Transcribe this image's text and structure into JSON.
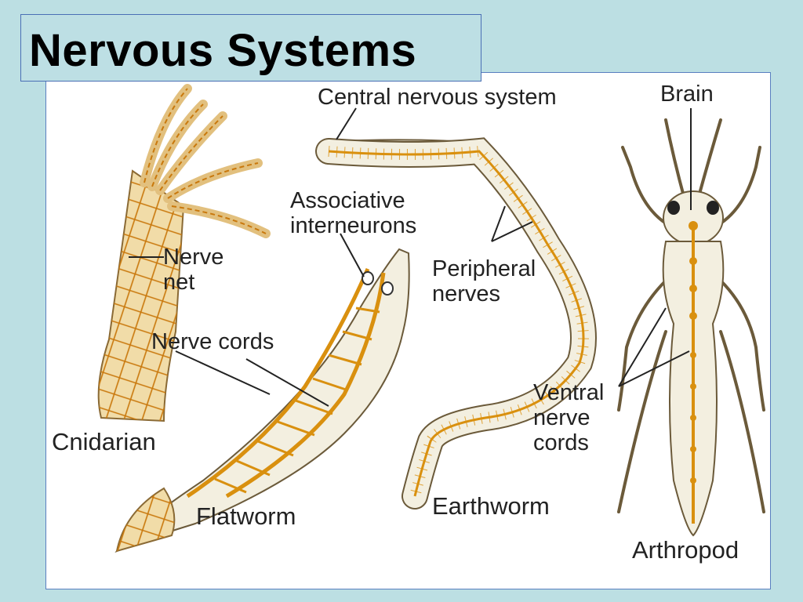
{
  "title": "Nervous Systems",
  "organisms": {
    "cnidarian": "Cnidarian",
    "flatworm": "Flatworm",
    "earthworm": "Earthworm",
    "arthropod": "Arthropod"
  },
  "labels": {
    "nerve_net": [
      "Nerve",
      "net"
    ],
    "nerve_cords": "Nerve cords",
    "associative_interneurons": [
      "Associative",
      "interneurons"
    ],
    "central_nervous_system": "Central nervous system",
    "peripheral_nerves": [
      "Peripheral",
      "nerves"
    ],
    "brain": "Brain",
    "ventral_nerve_cords": [
      "Ventral",
      "nerve",
      "cords"
    ]
  },
  "colors": {
    "background": "#bcdfe3",
    "panel": "#ffffff",
    "nerve": "#d9900f",
    "body_fill": "#f3efe0",
    "outline": "#6b5a3a"
  }
}
